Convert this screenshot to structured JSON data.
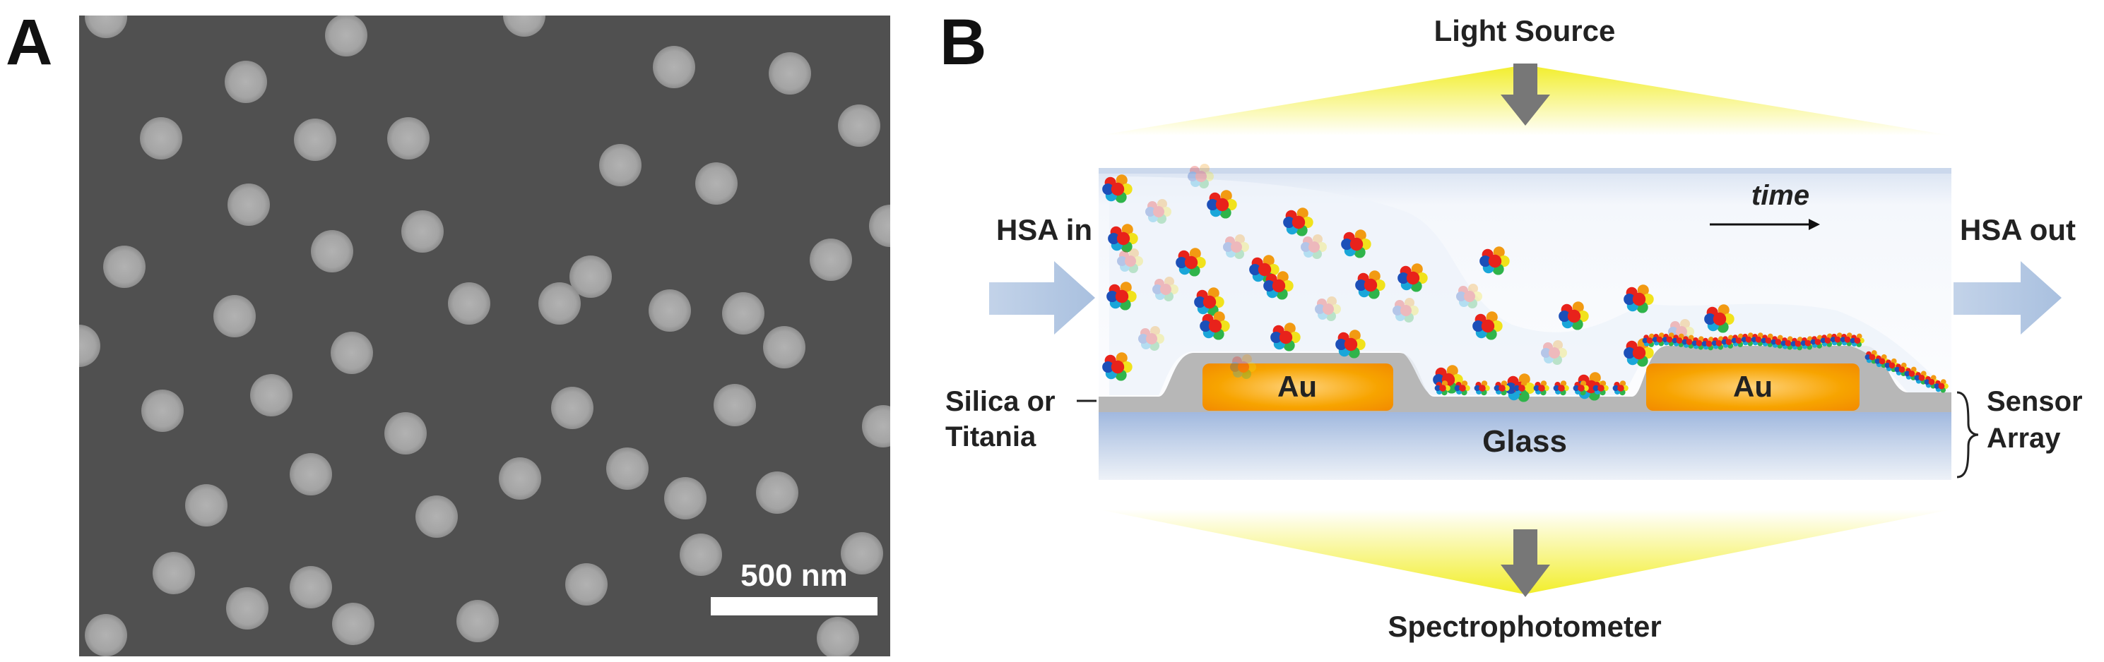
{
  "panel_a": {
    "letter": "A",
    "scale_bar_label": "500 nm"
  },
  "panel_b": {
    "letter": "B",
    "light_source": "Light Source",
    "spectrophotometer": "Spectrophotometer",
    "inlet": "HSA in",
    "outlet": "HSA out",
    "time_label": "time",
    "coating_line1": "Silica or",
    "coating_line2": "Titania",
    "sensor_line1": "Sensor",
    "sensor_line2": "Array",
    "electrode_left": "Au",
    "electrode_right": "Au",
    "substrate": "Glass"
  },
  "colors": {
    "sem_background": "#505050",
    "particle": "#a7a7a7",
    "gold": "#f7a400",
    "glass": "#b9cbe6",
    "arrow_blue": "#b4c8e2",
    "light_yellow": "#f2ee2a",
    "coating_gray": "#b7b7b7"
  }
}
